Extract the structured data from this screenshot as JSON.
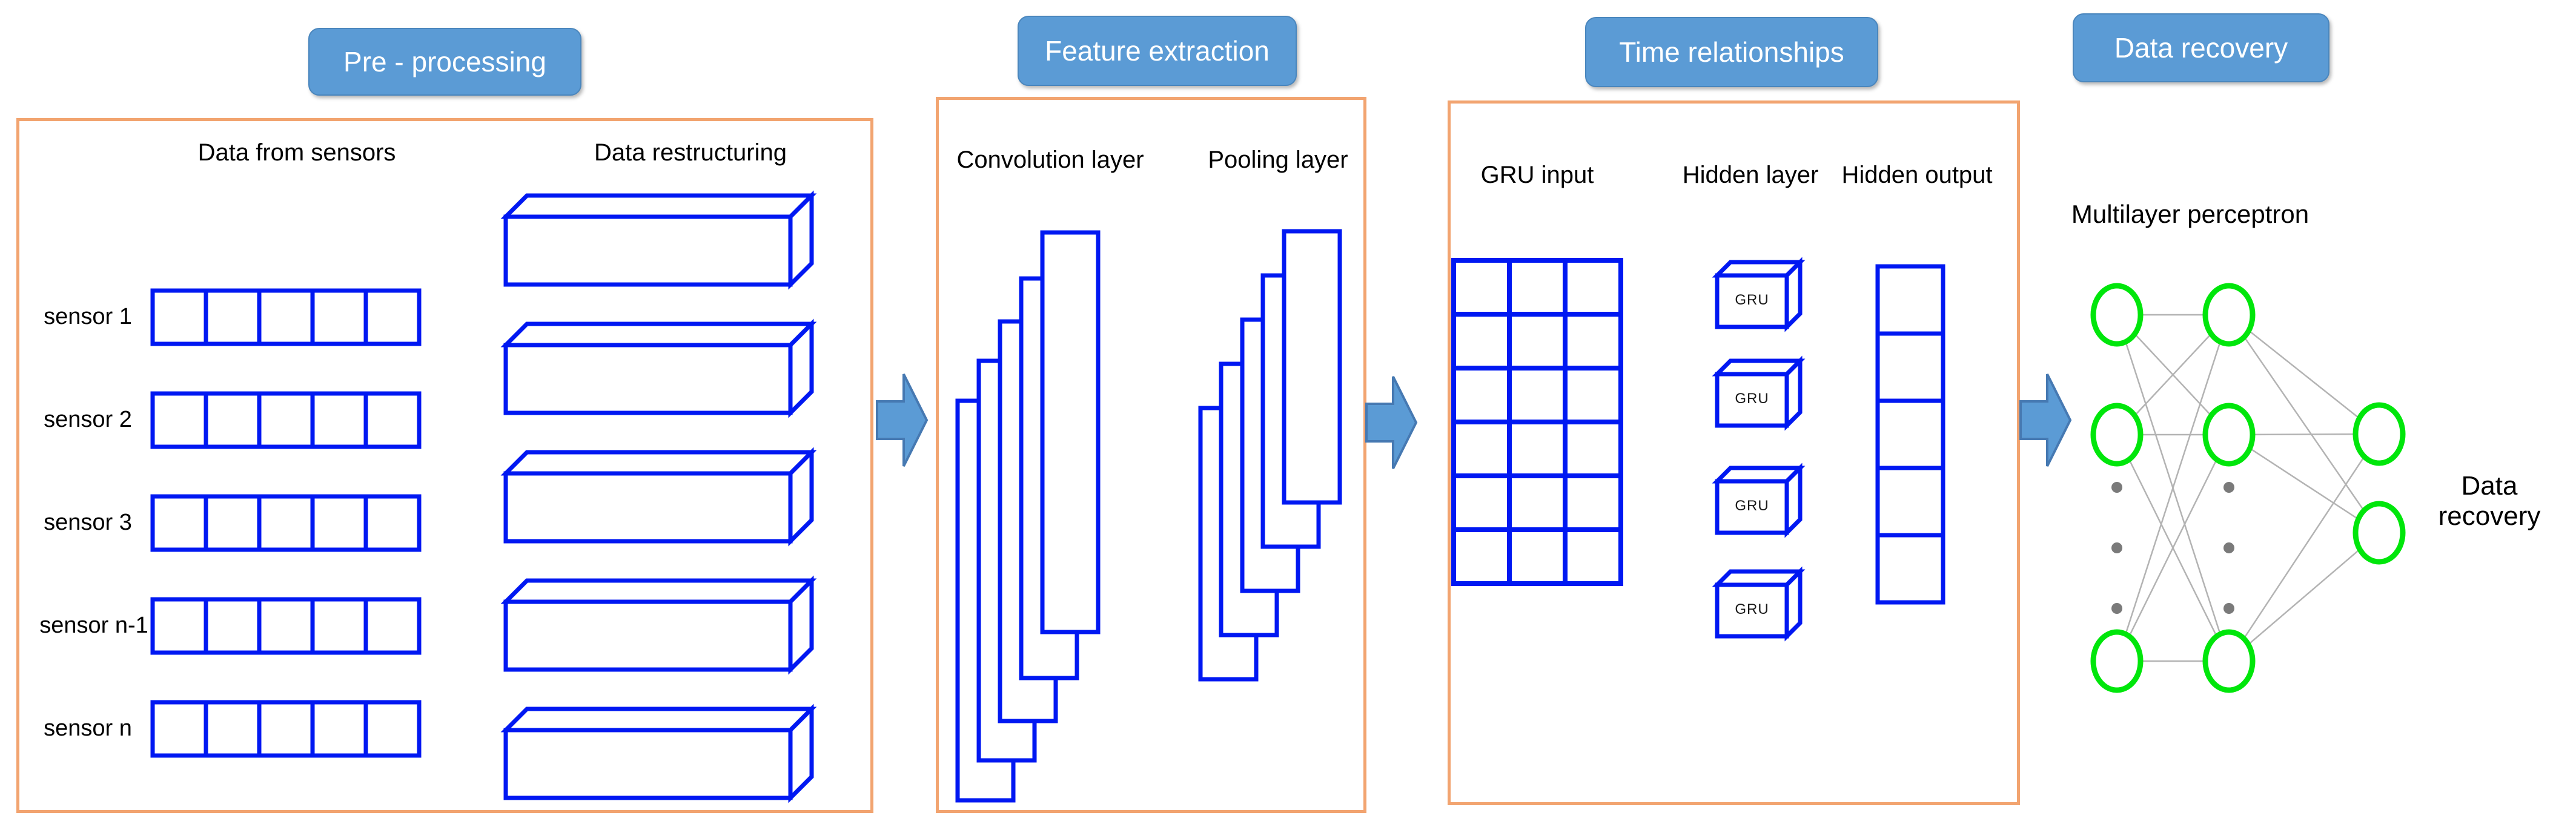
{
  "badges": [
    {
      "label": "Pre - processing"
    },
    {
      "label": "Feature extraction"
    },
    {
      "label": "Time relationships"
    },
    {
      "label": "Data recovery"
    }
  ],
  "panels": {
    "pre": {
      "col1_title": "Data from sensors",
      "col2_title": "Data restructuring",
      "sensors": [
        "sensor 1",
        "sensor 2",
        "sensor 3",
        "sensor n-1",
        "sensor n"
      ]
    },
    "feature": {
      "conv_label": "Convolution layer",
      "pool_label": "Pooling layer"
    },
    "time": {
      "input_label": "GRU input",
      "hidden_label": "Hidden layer",
      "output_label": "Hidden output",
      "gru_units": [
        "GRU",
        "GRU",
        "GRU",
        "GRU"
      ]
    },
    "recovery": {
      "mlp_label": "Multilayer perceptron",
      "output_label": "Data recovery"
    }
  },
  "structure": {
    "sensor_rows": 5,
    "cells_per_sensor_row": 5,
    "restructured_blocks": 5,
    "convolution_maps": 5,
    "pooling_maps": 5,
    "gru_input_grid": {
      "rows": 6,
      "cols": 3
    },
    "gru_units": 4,
    "hidden_output_cells": 5,
    "mlp": {
      "input_circles": 3,
      "hidden_circles": 3,
      "output_circles": 2,
      "ellipsis_dots_per_column": 3
    }
  },
  "colors": {
    "badge_blue": "#5b9bd5",
    "panel_orange": "#f2a470",
    "shape_blue": "#0018f2",
    "neuron_green": "#00e60b",
    "connector_gray": "#b3b3b3",
    "dot_gray": "#7a7a7a"
  }
}
